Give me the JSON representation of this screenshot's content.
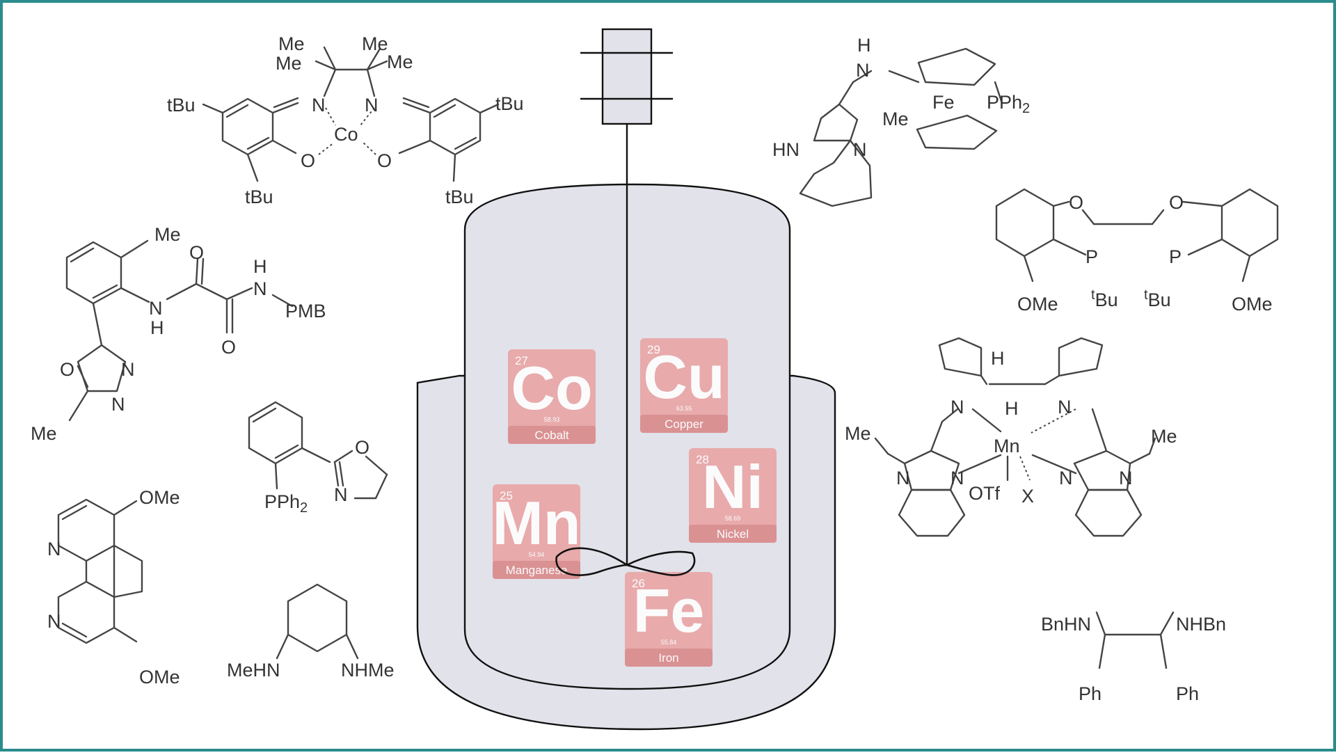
{
  "colors": {
    "frame": "#2a8c8c",
    "vessel_fill": "#e2e2ea",
    "vessel_stroke": "#111111",
    "tile_fill": "#e9a3a3",
    "tile_band": "#d98686",
    "tile_text": "#ffffff"
  },
  "elements": [
    {
      "number": "27",
      "symbol": "Co",
      "mass": "58.93",
      "name": "Cobalt"
    },
    {
      "number": "29",
      "symbol": "Cu",
      "mass": "63.55",
      "name": "Copper"
    },
    {
      "number": "28",
      "symbol": "Ni",
      "mass": "58.69",
      "name": "Nickel"
    },
    {
      "number": "25",
      "symbol": "Mn",
      "mass": "54.94",
      "name": "Manganese"
    },
    {
      "number": "26",
      "symbol": "Fe",
      "mass": "55.84",
      "name": "Iron"
    }
  ],
  "labels": {
    "salen": {
      "me1": "Me",
      "me2": "Me",
      "me3": "Me",
      "me4": "Me",
      "n1": "N",
      "n2": "N",
      "co": "Co",
      "o1": "O",
      "o2": "O",
      "tbu1": "tBu",
      "tbu2": "tBu",
      "tbu3": "tBu",
      "tbu4": "tBu"
    },
    "oxamide": {
      "me": "Me",
      "o1": "O",
      "o2": "O",
      "nh1_n": "N",
      "nh1_h": "H",
      "nh2_h": "H",
      "nh2_n": "N",
      "pmb": "PMB",
      "ring_o": "O",
      "ring_n1": "N",
      "ring_n2": "N",
      "ring_me": "Me"
    },
    "phox": {
      "o": "O",
      "n": "N",
      "pph2": "PPh",
      "sub2": "2"
    },
    "phen": {
      "ome1": "OMe",
      "ome2": "OMe",
      "n1": "N",
      "n2": "N"
    },
    "diamine": {
      "mehn": "MeHN",
      "nhme": "NHMe"
    },
    "ferrocene": {
      "h": "H",
      "n": "N",
      "fe": "Fe",
      "me": "Me",
      "pph2": "PPh",
      "sub2": "2",
      "hn": "HN",
      "n2": "N"
    },
    "bibop": {
      "o1": "O",
      "o2": "O",
      "p1": "P",
      "p2": "P",
      "ome1": "OMe",
      "ome2": "OMe",
      "tbu1_sup": "t",
      "tbu1": "Bu",
      "tbu2_sup": "t",
      "tbu2": "Bu"
    },
    "mn_complex": {
      "h1": "H",
      "h2": "H",
      "n1": "N",
      "n2": "N",
      "mn": "Mn",
      "me1": "Me",
      "me2": "Me",
      "n3": "N",
      "n4": "N",
      "n5": "N",
      "n6": "N",
      "otf": "OTf",
      "x": "X"
    },
    "dpen": {
      "bnhn": "BnHN",
      "nhbn": "NHBn",
      "ph1": "Ph",
      "ph2": "Ph"
    }
  }
}
